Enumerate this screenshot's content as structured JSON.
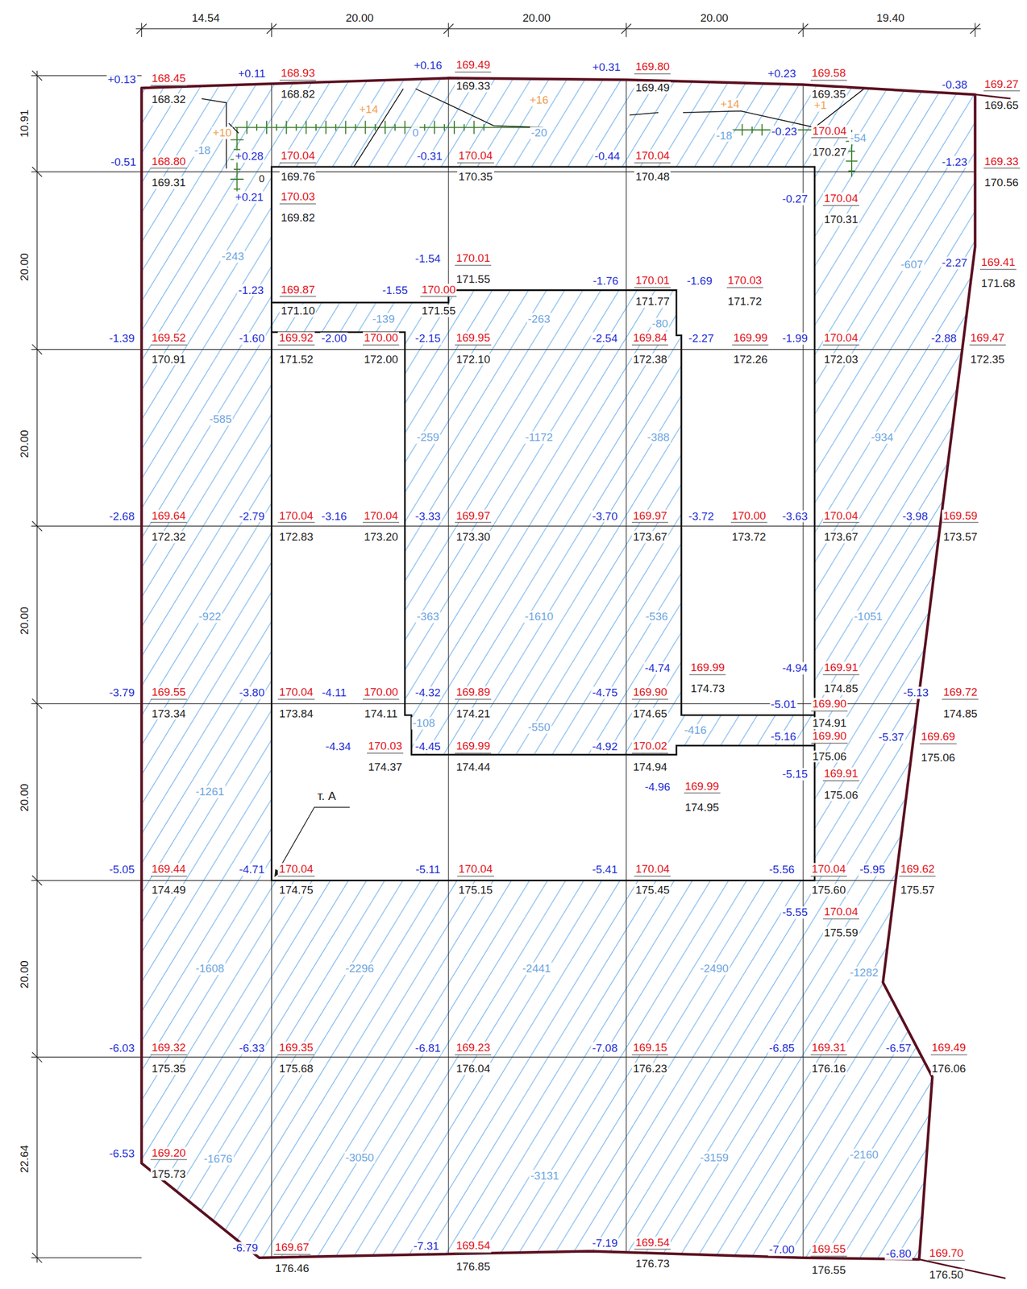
{
  "diagram": {
    "labels": [
      "14.54",
      "20.00",
      "20.00",
      "20.00",
      "19.40",
      "10.91",
      "20.00",
      "20.00",
      "20.00",
      "20.00",
      "20.00",
      "22.64",
      "+0.13",
      "168.45",
      "168.32",
      "+0.11",
      "168.93",
      "168.82",
      "+0.16",
      "169.49",
      "169.33",
      "+0.31",
      "169.80",
      "169.49",
      "+0.23",
      "169.58",
      "169.35",
      "-0.38",
      "169.27",
      "169.65",
      "-0.23",
      "170.04",
      "170.27",
      "-0.51",
      "168.80",
      "169.31",
      "+0.28",
      "170.04",
      "169.76",
      "-0.31",
      "170.04",
      "170.35",
      "-0.44",
      "170.04",
      "170.48",
      "-1.23",
      "169.33",
      "170.56",
      "+0.21",
      "170.03",
      "169.82",
      "-0.27",
      "170.04",
      "170.31",
      "-1.54",
      "170.01",
      "171.55",
      "-1.23",
      "169.87",
      "171.10",
      "-1.55",
      "170.00",
      "171.55",
      "-1.76",
      "170.01",
      "171.77",
      "-1.69",
      "170.03",
      "171.72",
      "-2.27",
      "169.41",
      "171.68",
      "-1.39",
      "169.52",
      "170.91",
      "-1.60",
      "169.92",
      "171.52",
      "-2.00",
      "170.00",
      "172.00",
      "-2.15",
      "169.95",
      "172.10",
      "-2.54",
      "169.84",
      "172.38",
      "-2.27",
      "169.99",
      "172.26",
      "-1.99",
      "170.04",
      "172.03",
      "-2.88",
      "169.47",
      "172.35",
      "-2.68",
      "169.64",
      "172.32",
      "-2.79",
      "170.04",
      "172.83",
      "-3.16",
      "170.04",
      "173.20",
      "-3.33",
      "169.97",
      "173.30",
      "-3.70",
      "169.97",
      "173.67",
      "-3.72",
      "170.00",
      "173.72",
      "-3.63",
      "170.04",
      "173.67",
      "-3.98",
      "169.59",
      "173.57",
      "-4.74",
      "169.99",
      "174.73",
      "-4.94",
      "169.91",
      "174.85",
      "-3.79",
      "169.55",
      "173.34",
      "-3.80",
      "170.04",
      "173.84",
      "-4.11",
      "170.00",
      "174.11",
      "-4.32",
      "169.89",
      "174.21",
      "-4.75",
      "169.90",
      "174.65",
      "-5.13",
      "169.72",
      "174.85",
      "-5.01",
      "169.90",
      "174.91",
      "-5.16",
      "169.90",
      "175.06",
      "-5.37",
      "169.69",
      "175.06",
      "-4.34",
      "170.03",
      "174.37",
      "-4.45",
      "169.99",
      "174.44",
      "-4.92",
      "170.02",
      "174.94",
      "-5.15",
      "169.91",
      "175.06",
      "-4.96",
      "169.99",
      "174.95",
      "-5.05",
      "169.44",
      "174.49",
      "-4.71",
      "170.04",
      "174.75",
      "-5.11",
      "170.04",
      "175.15",
      "-5.41",
      "170.04",
      "175.45",
      "-5.56",
      "170.04",
      "175.60",
      "-5.95",
      "169.62",
      "175.57",
      "-5.55",
      "170.04",
      "175.59",
      "-6.03",
      "169.32",
      "175.35",
      "-6.33",
      "169.35",
      "175.68",
      "-6.81",
      "169.23",
      "176.04",
      "-7.08",
      "169.15",
      "176.23",
      "-6.85",
      "169.31",
      "176.16",
      "-6.57",
      "169.49",
      "176.06",
      "-6.53",
      "169.20",
      "175.73",
      "-6.79",
      "169.67",
      "176.46",
      "-7.31",
      "169.54",
      "176.85",
      "-7.19",
      "169.54",
      "176.73",
      "-7.00",
      "169.55",
      "176.55",
      "-6.80",
      "169.70",
      "176.50",
      "-18",
      "-243",
      "-139",
      "-263",
      "-80",
      "-607",
      "-585",
      "-259",
      "-1172",
      "-388",
      "-934",
      "-922",
      "-363",
      "-1610",
      "-536",
      "-1051",
      "-108",
      "-550",
      "-416",
      "-1261",
      "-1608",
      "-2296",
      "-2441",
      "-2490",
      "-1282",
      "-1676",
      "-3050",
      "-3131",
      "-3159",
      "-2160",
      "-18",
      "-20",
      "-54",
      "0",
      "+10",
      "+14",
      "+16",
      "+14",
      "+1",
      "т. А",
      "0"
    ]
  }
}
